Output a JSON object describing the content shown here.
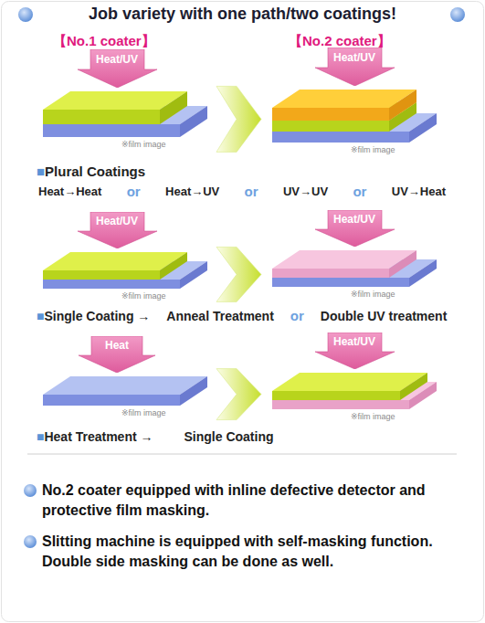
{
  "diagram": {
    "title": "Job variety with one path/two coatings!",
    "nodes": [
      {
        "text": [
          "Heat/UV"
        ]
      },
      {
        "text": [
          "※film image"
        ]
      },
      {
        "text": [
          "Heat/UV"
        ]
      },
      {
        "text": [
          "※film image"
        ]
      },
      {
        "text": [
          "Heat/UV"
        ]
      },
      {
        "text": [
          "※film image"
        ]
      },
      {
        "text": [
          "Heat/UV"
        ]
      },
      {
        "text": [
          "※film image"
        ]
      },
      {
        "text": [
          "Heat"
        ]
      },
      {
        "text": [
          "※film image"
        ]
      },
      {
        "text": [
          "Heat/UV"
        ]
      },
      {
        "text": [
          "※film image"
        ]
      }
    ],
    "edges": [
      {
        "from": 1,
        "to": 3,
        "arrow": "to"
      },
      {
        "from": 5,
        "to": 7,
        "arrow": "to"
      },
      {
        "from": 9,
        "to": 11,
        "arrow": "to"
      }
    ],
    "labels": [
      "【No.1 coater】",
      "【No.2 coater】",
      "■Plural Coatings",
      "Heat→Heat",
      "or",
      "Heat→UV",
      "or",
      "UV→UV",
      "or",
      "UV→Heat",
      "■Single Coating →",
      "Anneal Treatment",
      "or",
      "Double UV treatment",
      "■Heat Treatment →",
      "Single Coating",
      "No.2 coater equipped with inline defective detector and protective film masking.",
      "Slitting machine is equipped with self-masking function. Double side masking can be done as well."
    ]
  }
}
